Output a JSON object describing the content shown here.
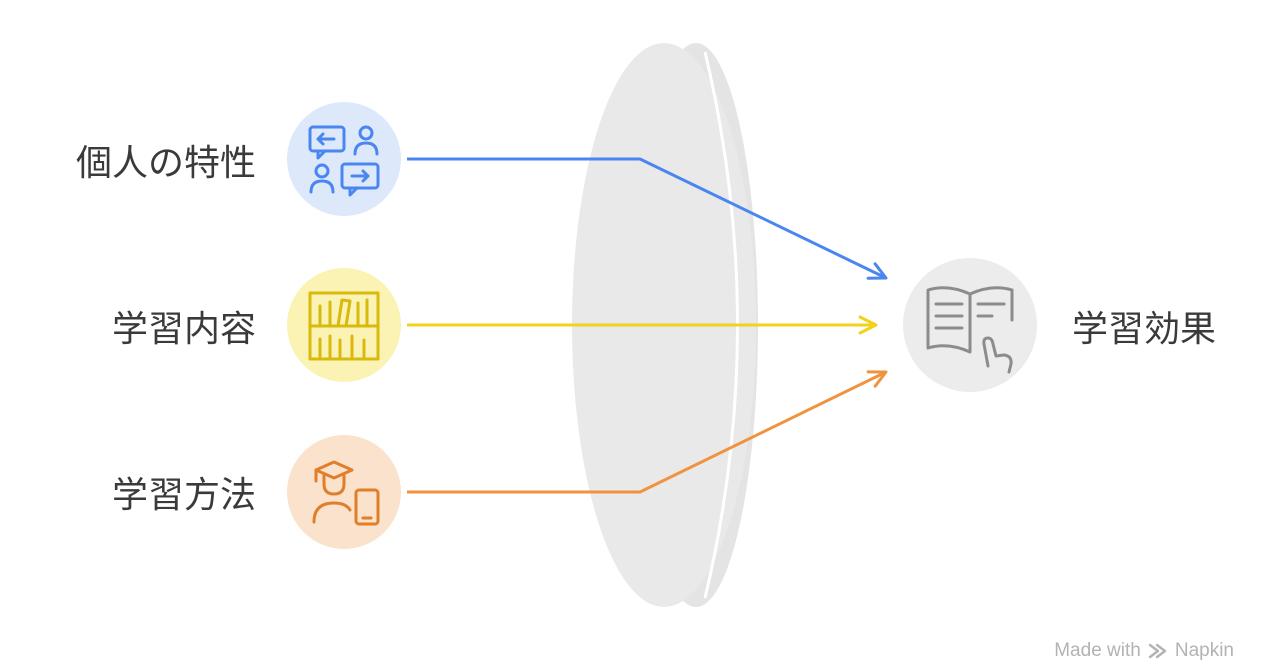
{
  "inputs": [
    {
      "label": "個人の特性",
      "icon": "people-conversation-icon",
      "color": "#4a86f0",
      "circle_color": "#dde8fb"
    },
    {
      "label": "学習内容",
      "icon": "bookshelf-icon",
      "color": "#f2d21a",
      "circle_color": "#fbf3b3"
    },
    {
      "label": "学習方法",
      "icon": "student-mobile-icon",
      "color": "#f0933e",
      "circle_color": "#fbe2cc"
    }
  ],
  "output": {
    "label": "学習効果",
    "icon": "open-book-pointer-icon",
    "color": "#8c8c8c",
    "circle_color": "#ececec"
  },
  "lens_color": "#e8e8e8",
  "watermark": {
    "made_with": "Made with",
    "brand": "Napkin"
  }
}
